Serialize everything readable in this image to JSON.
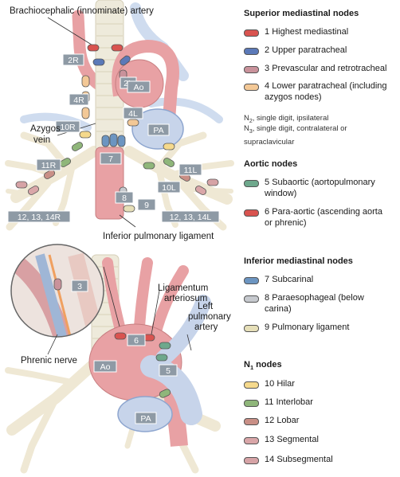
{
  "colors": {
    "highest_mediastinal": "#d9534f",
    "upper_paratracheal": "#5b79b8",
    "prevascular": "#c9929b",
    "lower_paratracheal": "#f3c896",
    "subaortic": "#6ea88c",
    "para_aortic": "#d9534f",
    "subcarinal": "#6c95c1",
    "paraesophageal": "#c6c9ce",
    "pulmonary_ligament": "#e6dfb8",
    "hilar": "#f5d98c",
    "interlobar": "#8fb67a",
    "lobar": "#c98f86",
    "segmental": "#d9a6a8",
    "subsegmental": "#d6a3a6",
    "label_box": "#8e9aa5",
    "artery": "#e8a1a4",
    "vessel_blue": "#c7d4ea",
    "trachea": "#eeeadb"
  },
  "top_diagram": {
    "callouts": {
      "brachio": "Brachiocephalic (innominate) artery",
      "azygos_line1": "Azygos",
      "azygos_line2": "vein",
      "inf_pulm_lig": "Inferior pulmonary ligament"
    },
    "vessels": {
      "ao": "Ao",
      "pa": "PA"
    },
    "stations": {
      "s2r": "2R",
      "s4r": "4R",
      "s10r": "10R",
      "s11r": "11R",
      "s_right_distal": "12, 13, 14R",
      "s2l": "2L",
      "s4l": "4L",
      "s7": "7",
      "s8": "8",
      "s9": "9",
      "s10l": "10L",
      "s11l": "11L",
      "s_left_distal": "12, 13, 14L"
    }
  },
  "bottom_diagram": {
    "callouts": {
      "phrenic": "Phrenic nerve",
      "lig_line1": "Ligamentum",
      "lig_line2": "arteriosum",
      "lpa_line1": "Left",
      "lpa_line2": "pulmonary",
      "lpa_line3": "artery"
    },
    "vessels": {
      "ao": "Ao",
      "pa": "PA"
    },
    "stations": {
      "s3": "3",
      "s5": "5",
      "s6": "6"
    }
  },
  "legend": {
    "superior": {
      "heading": "Superior mediastinal nodes",
      "items": [
        {
          "num": "1",
          "label": "Highest mediastinal"
        },
        {
          "num": "2",
          "label": "Upper paratracheal"
        },
        {
          "num": "3",
          "label": "Prevascular and retrotracheal"
        },
        {
          "num": "4",
          "label": "Lower paratracheal (including azygos nodes)"
        }
      ]
    },
    "note": {
      "n2_prefix": "N",
      "n2_sub": "2",
      "n2_text": ", single digit, ipsilateral",
      "n3_prefix": "N",
      "n3_sub": "3",
      "n3_text": ", single digit, contralateral or supraclavicular"
    },
    "aortic": {
      "heading": "Aortic nodes",
      "items": [
        {
          "num": "5",
          "label": "Subaortic (aortopulmonary window)"
        },
        {
          "num": "6",
          "label": "Para-aortic (ascending aorta or phrenic)"
        }
      ]
    },
    "inferior": {
      "heading": "Inferior mediastinal nodes",
      "items": [
        {
          "num": "7",
          "label": "Subcarinal"
        },
        {
          "num": "8",
          "label": "Paraesophageal (below carina)"
        },
        {
          "num": "9",
          "label": "Pulmonary ligament"
        }
      ]
    },
    "n1": {
      "heading_prefix": "N",
      "heading_sub": "1",
      "heading_suffix": " nodes",
      "items": [
        {
          "num": "10",
          "label": "Hilar"
        },
        {
          "num": "11",
          "label": "Interlobar"
        },
        {
          "num": "12",
          "label": "Lobar"
        },
        {
          "num": "13",
          "label": "Segmental"
        },
        {
          "num": "14",
          "label": "Subsegmental"
        }
      ]
    }
  }
}
